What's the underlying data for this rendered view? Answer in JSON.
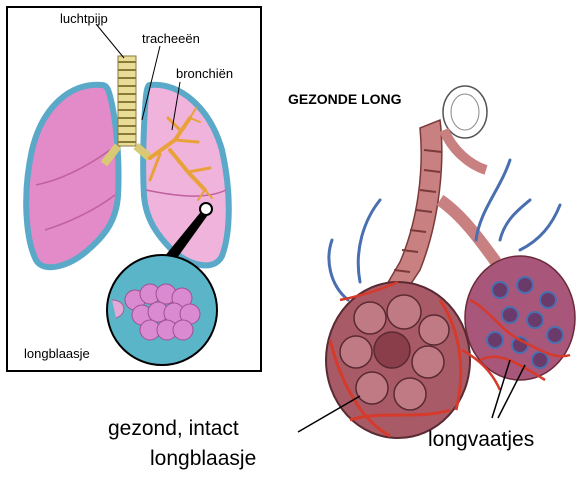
{
  "labels": {
    "trachea": "luchtpijp",
    "tracheae": "tracheeën",
    "bronchi": "bronchiën",
    "alveolus_inset": "longblaasje",
    "title": "GEZONDE LONG",
    "healthy_line1": "gezond, intact",
    "healthy_line2": "longblaasje",
    "vessels": "longvaatjes"
  },
  "colors": {
    "lung_fill": "#e38ac8",
    "lung_edge": "#5aa9c9",
    "trachea_ring": "#d9c874",
    "bronchi": "#e9a23a",
    "inset_bg": "#5bb5c9",
    "alveoli": "#d98ad0",
    "airway": "#c88080",
    "sac": "#a85a66",
    "vessel_red": "#d63a2a",
    "vessel_blue": "#4a6fb0"
  }
}
